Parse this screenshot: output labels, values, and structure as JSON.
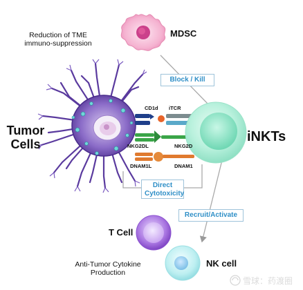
{
  "texts": {
    "tme": "Reduction of TME\nimmuno-suppression",
    "mdsc": "MDSC",
    "block_kill": "Block / Kill",
    "tumor": "Tumor\nCells",
    "inkts": "iNKTs",
    "cd1d": "CD1d",
    "itcr": "iTCR",
    "nkg2dl": "NKG2DL",
    "nkg2d": "NKG2D",
    "dnam1l": "DNAM1L",
    "dnam1": "DNAM1",
    "direct_cytotoxicity": "Direct\nCytotoxicity",
    "recruit_activate": "Recruit/Activate",
    "tcell": "T Cell",
    "nkcell": "NK cell",
    "cytokine": "Anti-Tumor Cytokine\nProduction",
    "watermark": "雪球：药渡圈"
  },
  "icons": {
    "watermark": "xueqiu-logo-icon"
  },
  "colors": {
    "box_border": "#9ec3da",
    "box_text": "#2f8fc7",
    "tumor": "#5a3a9e",
    "mdsc": "#f2a3c8",
    "inkt": "#b6f0dc",
    "tcell": "#9a63d6",
    "nkcell": "#a8e6ea",
    "cd1d_receptor": "#1f3f8a",
    "nkg2d_receptor": "#3aa548",
    "dnam1_receptor": "#e07a2f"
  }
}
